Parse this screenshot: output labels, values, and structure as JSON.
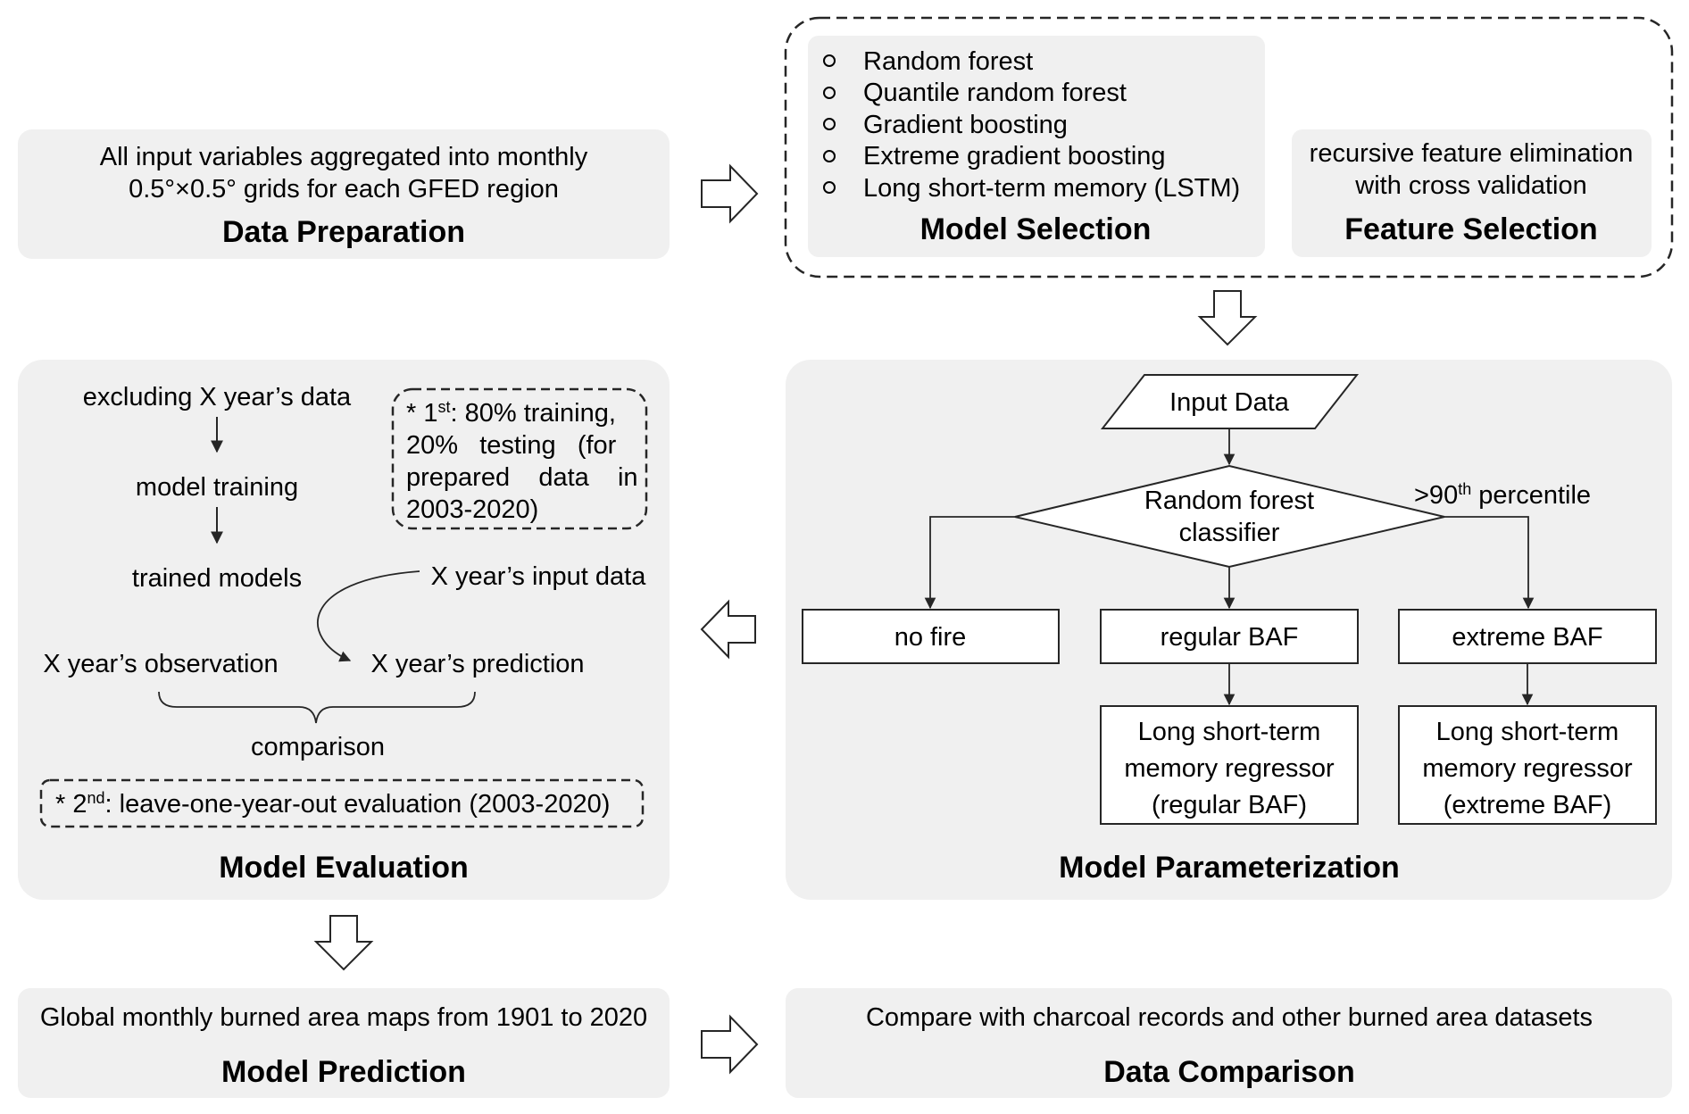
{
  "data_preparation": {
    "line1": "All input variables aggregated into monthly",
    "line2": "0.5°×0.5° grids for each GFED region",
    "title": "Data Preparation"
  },
  "model_selection": {
    "items": [
      "Random forest",
      "Quantile random forest",
      "Gradient boosting",
      "Extreme gradient boosting",
      "Long short-term memory (LSTM)"
    ],
    "title": "Model Selection"
  },
  "feature_selection": {
    "line1": "recursive feature elimination",
    "line2": "with cross validation",
    "title": "Feature Selection"
  },
  "model_evaluation": {
    "step1": "excluding X year’s data",
    "step2": "model training",
    "step3": "trained models",
    "input": "X year’s input data",
    "observation": "X year’s observation",
    "prediction": "X year’s prediction",
    "comparison": "comparison",
    "note1": {
      "prefix": "* 1",
      "sup": "st",
      "line1_rest": ": 80% training,",
      "line2": "20%   testing   (for",
      "line3": "prepared    data    in",
      "line4": "2003-2020)"
    },
    "note2": {
      "prefix": "* 2",
      "sup": "nd",
      "rest": ": leave-one-year-out evaluation (2003-2020)"
    },
    "title": "Model Evaluation"
  },
  "model_parameterization": {
    "input": "Input Data",
    "classifier_line1": "Random forest",
    "classifier_line2": "classifier",
    "percentile_prefix": ">90",
    "percentile_sup": "th",
    "percentile_rest": " percentile",
    "no_fire": "no fire",
    "regular": "regular BAF",
    "extreme": "extreme BAF",
    "reg_regular": [
      "Long short-term",
      "memory regressor",
      "(regular BAF)"
    ],
    "reg_extreme": [
      "Long short-term",
      "memory regressor",
      "(extreme BAF)"
    ],
    "title": "Model Parameterization"
  },
  "model_prediction": {
    "text": "Global monthly burned area maps from 1901 to 2020",
    "title": "Model Prediction"
  },
  "data_comparison": {
    "text": "Compare with charcoal records and other burned area datasets",
    "title": "Data Comparison"
  },
  "colors": {
    "panel": "#f0f0f0",
    "line": "#262626"
  }
}
